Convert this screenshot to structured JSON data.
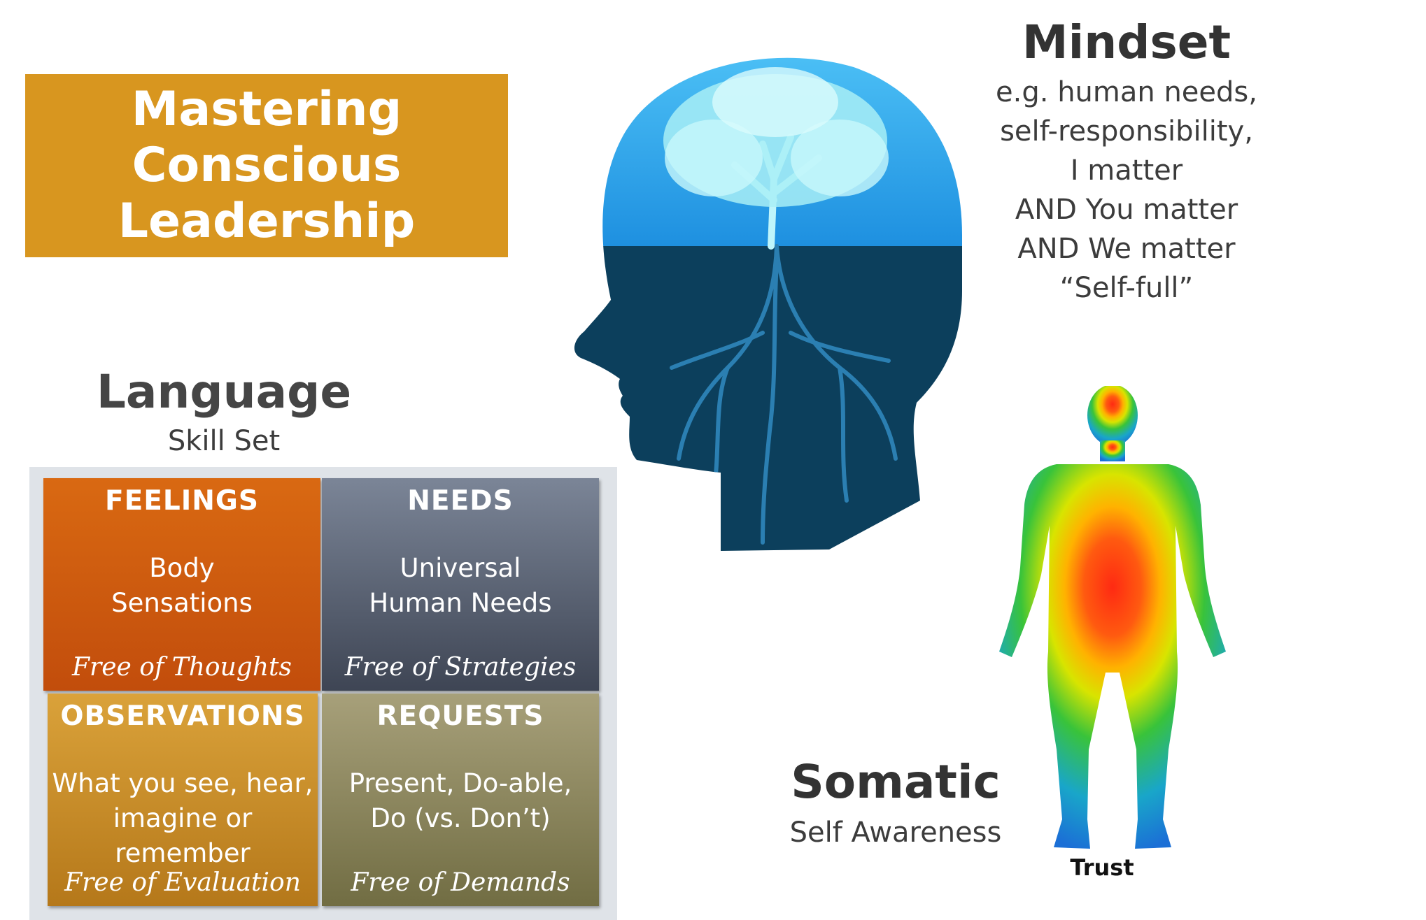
{
  "title": "Mastering\nConscious\nLeadership",
  "mindset": {
    "heading": "Mindset",
    "lines": [
      "e.g. human needs,",
      "self-responsibility,",
      "I matter",
      "AND You matter",
      "AND We matter",
      "“Self-full”"
    ]
  },
  "language": {
    "heading": "Language",
    "subheading": "Skill Set",
    "quadrants": [
      {
        "heading": "FEELINGS",
        "body": "Body\nSensations",
        "footer": "Free of Thoughts"
      },
      {
        "heading": "NEEDS",
        "body": "Universal\nHuman Needs",
        "footer": "Free of Strategies"
      },
      {
        "heading": "OBSERVATIONS",
        "body": "What you see, hear,\nimagine or remember",
        "footer": "Free of Evaluation"
      },
      {
        "heading": "REQUESTS",
        "body": "Present, Do-able,\nDo (vs. Don’t)",
        "footer": "Free of Demands"
      }
    ]
  },
  "somatic": {
    "heading": "Somatic",
    "subheading": "Self Awareness",
    "figure_label": "Trust"
  },
  "colors": {
    "title_box": "#d8961f",
    "feelings": "#d26010",
    "needs": "#5d6576",
    "observations": "#c98c2a",
    "requests": "#8d875d",
    "head_top": "#2fa6ec",
    "head_bottom": "#0c3f5c"
  },
  "icons": [
    "tree-icon",
    "head-silhouette-icon",
    "body-heatmap-icon"
  ]
}
